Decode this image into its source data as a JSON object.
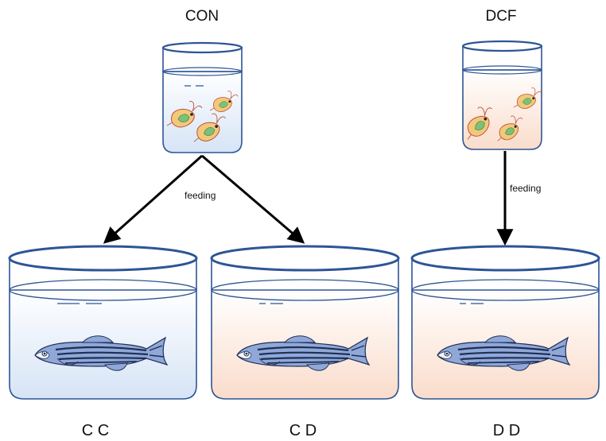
{
  "sources": [
    {
      "id": "con",
      "label": "CON",
      "water_color": "#dfe9f7"
    },
    {
      "id": "dcf",
      "label": "DCF",
      "water_color": "#fbe4d8"
    }
  ],
  "tanks": [
    {
      "id": "cc",
      "label": "C C",
      "water_color": "#dfe9f7"
    },
    {
      "id": "cd",
      "label": "C D",
      "water_color": "#fbe4d8"
    },
    {
      "id": "dd",
      "label": "D D",
      "water_color": "#fbe4d8"
    }
  ],
  "edges": [
    {
      "from": "con",
      "to": "cc",
      "label": ""
    },
    {
      "from": "con",
      "to": "cd",
      "label": "feeding"
    },
    {
      "from": "dcf",
      "to": "dd",
      "label": "feeding"
    }
  ],
  "colors": {
    "outline": "#2d5596",
    "arrow": "#000000",
    "fish_body": "#8fa8d8",
    "fish_stripe": "#1f2f55",
    "daphnia_body": "#f2c97a",
    "daphnia_green": "#7cc07a",
    "daphnia_outline": "#c0503a"
  },
  "icons": [
    "beaker-icon",
    "daphnia-icon",
    "zebrafish-icon",
    "tank-icon"
  ]
}
